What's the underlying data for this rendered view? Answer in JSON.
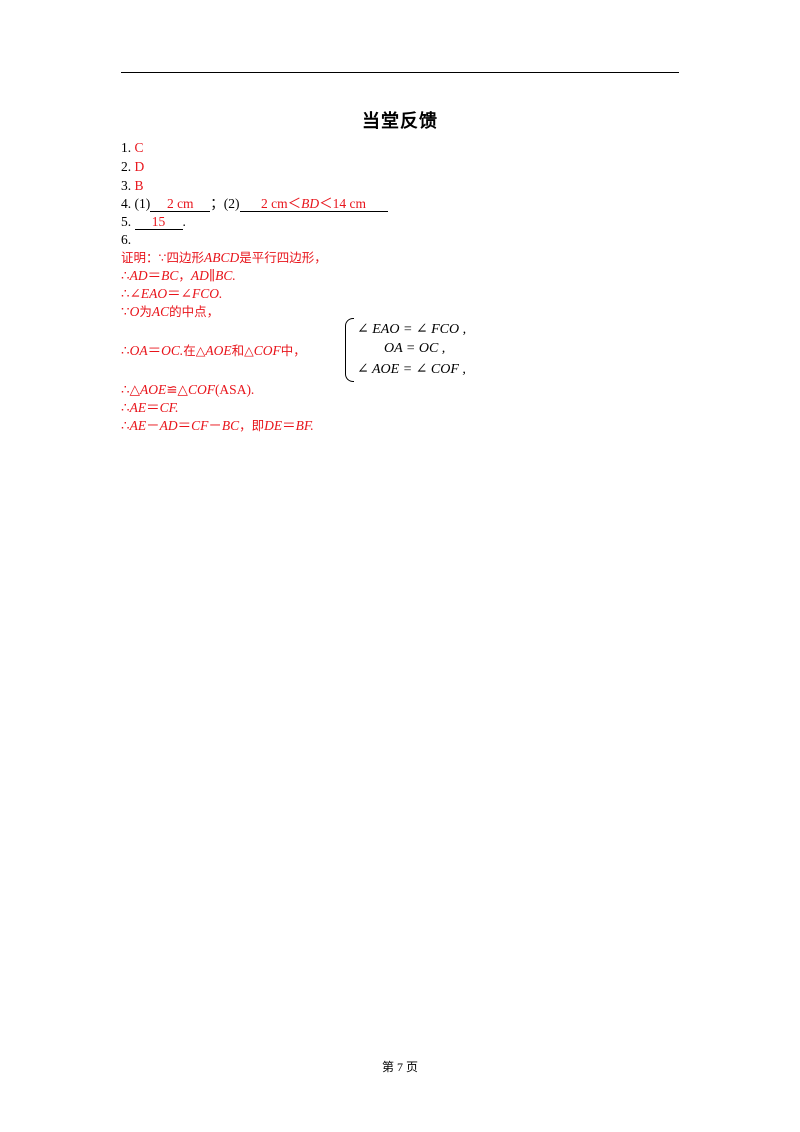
{
  "title": "当堂反馈",
  "answers": {
    "q1_num": "1.",
    "q1_ans": "C",
    "q2_num": "2.",
    "q2_ans": "D",
    "q3_num": "3.",
    "q3_ans": "B",
    "q4_num": "4. (1)",
    "q4_ans1": "2 cm",
    "q4_sep": "；(2)",
    "q4_ans2_pre": "2 cm＜",
    "q4_ans2_var": "BD",
    "q4_ans2_post": "＜14 cm",
    "q5_num": "5.",
    "q5_ans": "15",
    "q5_end": ".",
    "q6_num": "6."
  },
  "proof": {
    "l1_a": "证明：∵四边形",
    "l1_b": "ABCD",
    "l1_c": "是平行四边形，",
    "l2_a": "∴",
    "l2_b": "AD",
    "l2_c": "＝",
    "l2_d": "BC",
    "l2_e": "，",
    "l2_f": "AD∥BC.",
    "l3_a": "∴∠",
    "l3_b": "EAO",
    "l3_c": "＝∠",
    "l3_d": "FCO.",
    "l4_a": "∵",
    "l4_b": "O",
    "l4_c": "为",
    "l4_d": "AC",
    "l4_e": "的中点，",
    "l5_a": "∴",
    "l5_b": "OA",
    "l5_c": "＝",
    "l5_d": "OC.",
    "l5_e": "在△",
    "l5_f": "AOE",
    "l5_g": "和△",
    "l5_h": "COF",
    "l5_i": "中，",
    "sys1": "∠ EAO  = ∠ FCO ,",
    "sys2": "OA  = OC ,",
    "sys3": "∠ AOE  = ∠ COF ,",
    "l6_a": "∴△",
    "l6_b": "AOE",
    "l6_c": "≌△",
    "l6_d": "COF",
    "l6_e": "(ASA).",
    "l7_a": "∴",
    "l7_b": "AE",
    "l7_c": "＝",
    "l7_d": "CF.",
    "l8_a": "∴",
    "l8_b": "AE",
    "l8_c": "－",
    "l8_d": "AD",
    "l8_e": "＝",
    "l8_f": "CF",
    "l8_g": "－",
    "l8_h": "BC",
    "l8_i": "，即",
    "l8_j": "DE",
    "l8_k": "＝",
    "l8_l": "BF."
  },
  "footer": "第 7 页"
}
